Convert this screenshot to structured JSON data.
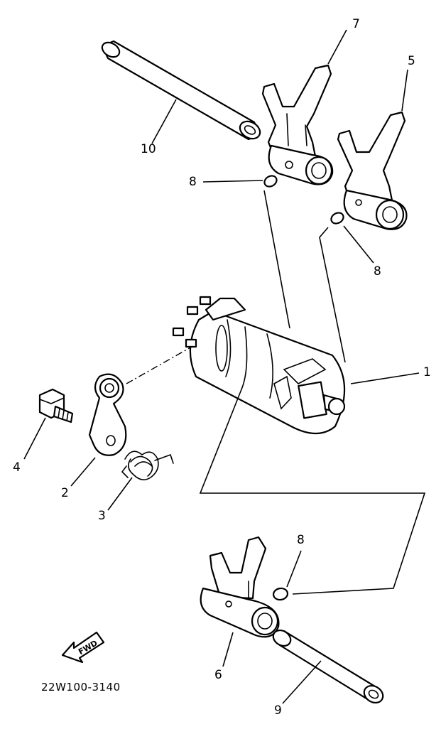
{
  "diagram": {
    "callouts": [
      "1",
      "2",
      "3",
      "4",
      "5",
      "6",
      "7",
      "8",
      "8",
      "8",
      "9",
      "10"
    ],
    "fwd_label": "FWD",
    "drawing_code": "22W100-3140"
  }
}
